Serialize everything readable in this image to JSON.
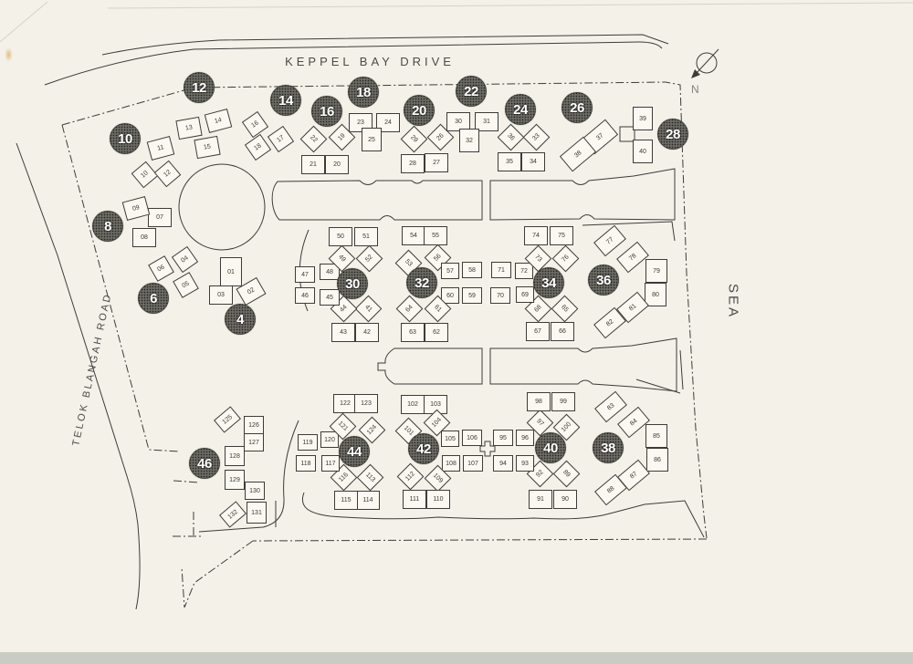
{
  "labels": {
    "road_top": "KEPPEL BAY DRIVE",
    "road_left": "TELOK BLANGAH ROAD",
    "sea": "SEA",
    "north_indicator": "N"
  },
  "colors": {
    "ink": "#3d3c38",
    "paper": "#f4f1e9",
    "block_fill": "#faf8f1",
    "circle_fill": "#6b6a64",
    "label": "#4a4a46",
    "scan_band": "#c9ccc2"
  },
  "site": {
    "block_circles": [
      [
        "4",
        263,
        350
      ],
      [
        "6",
        168,
        327
      ],
      [
        "8",
        118,
        248
      ],
      [
        "10",
        137,
        152
      ],
      [
        "12",
        218,
        96
      ],
      [
        "14",
        313,
        110
      ],
      [
        "16",
        358,
        122
      ],
      [
        "18",
        398,
        101
      ],
      [
        "20",
        459,
        121
      ],
      [
        "22",
        516,
        100
      ],
      [
        "24",
        570,
        120
      ],
      [
        "26",
        632,
        118
      ],
      [
        "28",
        737,
        147
      ],
      [
        "30",
        386,
        311
      ],
      [
        "32",
        462,
        310
      ],
      [
        "34",
        601,
        310
      ],
      [
        "36",
        661,
        307
      ],
      [
        "38",
        666,
        491
      ],
      [
        "40",
        603,
        491
      ],
      [
        "42",
        464,
        492
      ],
      [
        "44",
        388,
        495
      ],
      [
        "46",
        224,
        508
      ]
    ],
    "units": [
      [
        "01",
        253,
        298,
        0,
        24,
        32
      ],
      [
        "02",
        275,
        319,
        -30
      ],
      [
        "03",
        242,
        323,
        0
      ],
      [
        "04",
        202,
        284,
        -35,
        21,
        21
      ],
      [
        "05",
        203,
        312,
        -30,
        21,
        21
      ],
      [
        "06",
        176,
        294,
        -30,
        21,
        21
      ],
      [
        "07",
        175,
        238,
        0
      ],
      [
        "08",
        158,
        260,
        0
      ],
      [
        "09",
        149,
        228,
        -15
      ],
      [
        "10",
        158,
        191,
        -40,
        21,
        21
      ],
      [
        "11",
        176,
        162,
        -15
      ],
      [
        "12",
        183,
        190,
        -40,
        21,
        21
      ],
      [
        "13",
        207,
        140,
        -10
      ],
      [
        "14",
        239,
        132,
        -15
      ],
      [
        "15",
        227,
        161,
        -10
      ],
      [
        "16",
        279,
        136,
        -35,
        21,
        21
      ],
      [
        "17",
        307,
        152,
        -35,
        21,
        21
      ],
      [
        "18",
        282,
        161,
        -35,
        21,
        21
      ],
      [
        "19",
        374,
        150,
        -45,
        21,
        21
      ],
      [
        "20",
        369,
        180,
        0
      ],
      [
        "21",
        343,
        180,
        0
      ],
      [
        "22",
        343,
        152,
        45,
        21,
        21
      ],
      [
        "23",
        395,
        134,
        0
      ],
      [
        "24",
        425,
        134,
        0
      ],
      [
        "25",
        407,
        153,
        0,
        22,
        26
      ],
      [
        "26",
        482,
        150,
        -45,
        21,
        21
      ],
      [
        "27",
        478,
        178,
        0
      ],
      [
        "28",
        452,
        179,
        0
      ],
      [
        "29",
        453,
        152,
        45,
        21,
        21
      ],
      [
        "30",
        502,
        133,
        0
      ],
      [
        "31",
        533,
        133,
        0
      ],
      [
        "32",
        514,
        154,
        0,
        22,
        26
      ],
      [
        "33",
        587,
        150,
        -45,
        21,
        21
      ],
      [
        "34",
        584,
        177,
        0
      ],
      [
        "35",
        558,
        177,
        0
      ],
      [
        "36",
        559,
        150,
        45,
        21,
        21
      ],
      [
        "37",
        657,
        150,
        -40,
        34,
        22
      ],
      [
        "38",
        633,
        169,
        -40,
        34,
        22
      ],
      [
        "39",
        704,
        130,
        0,
        22,
        26
      ],
      [
        "40",
        704,
        166,
        0,
        22,
        26
      ],
      [
        "41",
        403,
        338,
        45,
        21,
        21
      ],
      [
        "42",
        402,
        364,
        0
      ],
      [
        "43",
        376,
        364,
        0
      ],
      [
        "44",
        376,
        338,
        -45,
        21,
        21
      ],
      [
        "45",
        361,
        326,
        0,
        22,
        18
      ],
      [
        "46",
        334,
        324,
        0,
        22,
        18
      ],
      [
        "47",
        334,
        301,
        0,
        22,
        18
      ],
      [
        "48",
        361,
        298,
        0,
        22,
        18
      ],
      [
        "49",
        374,
        283,
        45,
        21,
        21
      ],
      [
        "50",
        373,
        259,
        0
      ],
      [
        "51",
        401,
        259,
        0
      ],
      [
        "52",
        404,
        283,
        -45,
        21,
        21
      ],
      [
        "53",
        447,
        288,
        45,
        21,
        21
      ],
      [
        "54",
        453,
        258,
        0
      ],
      [
        "55",
        477,
        258,
        0
      ],
      [
        "56",
        479,
        282,
        -45,
        21,
        21
      ],
      [
        "57",
        493,
        297,
        0,
        20,
        18
      ],
      [
        "58",
        517,
        296,
        0,
        22,
        18
      ],
      [
        "59",
        517,
        324,
        0,
        22,
        18
      ],
      [
        "60",
        493,
        324,
        0,
        20,
        18
      ],
      [
        "61",
        479,
        338,
        45,
        21,
        21
      ],
      [
        "62",
        478,
        364,
        0
      ],
      [
        "63",
        452,
        364,
        0
      ],
      [
        "64",
        448,
        338,
        -45,
        21,
        21
      ],
      [
        "65",
        618,
        338,
        45,
        21,
        21
      ],
      [
        "66",
        616,
        363,
        0
      ],
      [
        "67",
        589,
        363,
        0
      ],
      [
        "68",
        589,
        338,
        -45,
        21,
        21
      ],
      [
        "69",
        575,
        323,
        0,
        20,
        18
      ],
      [
        "70",
        548,
        324,
        0,
        22,
        18
      ],
      [
        "71",
        549,
        296,
        0,
        22,
        18
      ],
      [
        "72",
        574,
        297,
        0,
        20,
        18
      ],
      [
        "73",
        589,
        283,
        45,
        21,
        21
      ],
      [
        "74",
        587,
        258,
        0
      ],
      [
        "75",
        615,
        258,
        0
      ],
      [
        "76",
        619,
        283,
        -45,
        21,
        21
      ],
      [
        "77",
        668,
        264,
        -40,
        30,
        20
      ],
      [
        "78",
        693,
        282,
        -40,
        30,
        20
      ],
      [
        "79",
        719,
        297,
        0,
        24,
        26
      ],
      [
        "80",
        718,
        323,
        0,
        24,
        26
      ],
      [
        "81",
        693,
        337,
        -40,
        30,
        20
      ],
      [
        "82",
        668,
        354,
        -40,
        30,
        20
      ],
      [
        "83",
        669,
        446,
        -40,
        30,
        20
      ],
      [
        "84",
        694,
        463,
        -40,
        30,
        20
      ],
      [
        "85",
        719,
        478,
        0,
        24,
        26
      ],
      [
        "86",
        720,
        504,
        0,
        24,
        26
      ],
      [
        "87",
        694,
        521,
        -40,
        30,
        20
      ],
      [
        "88",
        669,
        537,
        -40,
        30,
        20
      ],
      [
        "89",
        620,
        519,
        45,
        21,
        21
      ],
      [
        "90",
        619,
        547,
        0
      ],
      [
        "91",
        592,
        547,
        0
      ],
      [
        "92",
        591,
        519,
        -45,
        21,
        21
      ],
      [
        "93",
        575,
        508,
        0,
        20,
        18
      ],
      [
        "94",
        551,
        508,
        0,
        22,
        18
      ],
      [
        "95",
        551,
        480,
        0,
        22,
        18
      ],
      [
        "96",
        575,
        480,
        0,
        20,
        18
      ],
      [
        "97",
        591,
        463,
        45,
        21,
        21
      ],
      [
        "98",
        590,
        440,
        0
      ],
      [
        "99",
        617,
        440,
        0
      ],
      [
        "100",
        620,
        468,
        -45,
        21,
        21
      ],
      [
        "101",
        447,
        472,
        45,
        21,
        21
      ],
      [
        "102",
        452,
        443,
        0
      ],
      [
        "103",
        477,
        443,
        0
      ],
      [
        "104",
        478,
        463,
        -45,
        21,
        21
      ],
      [
        "105",
        493,
        481,
        0,
        20,
        18
      ],
      [
        "106",
        517,
        480,
        0,
        22,
        18
      ],
      [
        "107",
        518,
        508,
        0,
        22,
        18
      ],
      [
        "108",
        494,
        508,
        0,
        20,
        18
      ],
      [
        "109",
        479,
        524,
        45,
        21,
        21
      ],
      [
        "110",
        480,
        547,
        0
      ],
      [
        "111",
        454,
        547,
        0
      ],
      [
        "112",
        449,
        522,
        -45,
        21,
        21
      ],
      [
        "113",
        405,
        523,
        45,
        21,
        21
      ],
      [
        "114",
        403,
        548,
        0
      ],
      [
        "115",
        379,
        548,
        0
      ],
      [
        "116",
        376,
        523,
        -45,
        21,
        21
      ],
      [
        "117",
        362,
        508,
        0,
        20,
        18
      ],
      [
        "118",
        335,
        508,
        0,
        22,
        18
      ],
      [
        "119",
        337,
        485,
        0,
        22,
        18
      ],
      [
        "120",
        361,
        482,
        0,
        20,
        18
      ],
      [
        "121",
        375,
        467,
        45,
        21,
        21
      ],
      [
        "122",
        378,
        442,
        0
      ],
      [
        "123",
        401,
        442,
        0
      ],
      [
        "124",
        407,
        471,
        -45,
        21,
        21
      ],
      [
        "125",
        249,
        460,
        -40,
        24,
        18
      ],
      [
        "126",
        278,
        466,
        0,
        22,
        20
      ],
      [
        "127",
        278,
        485,
        0,
        22,
        20
      ],
      [
        "128",
        257,
        500,
        0,
        22,
        22
      ],
      [
        "129",
        257,
        526,
        0,
        22,
        22
      ],
      [
        "130",
        279,
        538,
        0,
        22,
        20
      ],
      [
        "131",
        281,
        562,
        0,
        22,
        24
      ],
      [
        "132",
        255,
        564,
        -40,
        24,
        18
      ]
    ]
  }
}
